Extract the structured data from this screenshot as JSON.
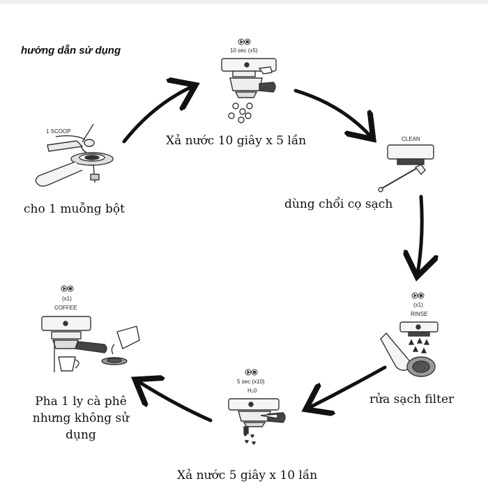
{
  "title": "hướng dẫn sử dụng",
  "steps": {
    "scoop": {
      "label": "cho 1 muỗng bột",
      "caption": "1 SCOOP"
    },
    "flush10": {
      "label": "Xả nước 10 giây x 5 lần",
      "caption": "10 sec (x5)"
    },
    "clean": {
      "label": "dùng chổi cọ sạch",
      "caption": "CLEAN"
    },
    "rinse": {
      "label": "rửa sạch filter",
      "count": "(x1)",
      "caption": "RINSE"
    },
    "flush5": {
      "label": "Xả nước 5 giây x 10 lần",
      "caption": "5 sec (x10)",
      "sub": "H₂0"
    },
    "coffee": {
      "label_line1": "Pha 1 ly cà phê",
      "label_line2": "nhưng không sử",
      "label_line3": "dụng",
      "count": "(x1)",
      "caption": "COFFEE"
    }
  },
  "icons": [
    "play-stop-icon",
    "arrow-icon"
  ]
}
